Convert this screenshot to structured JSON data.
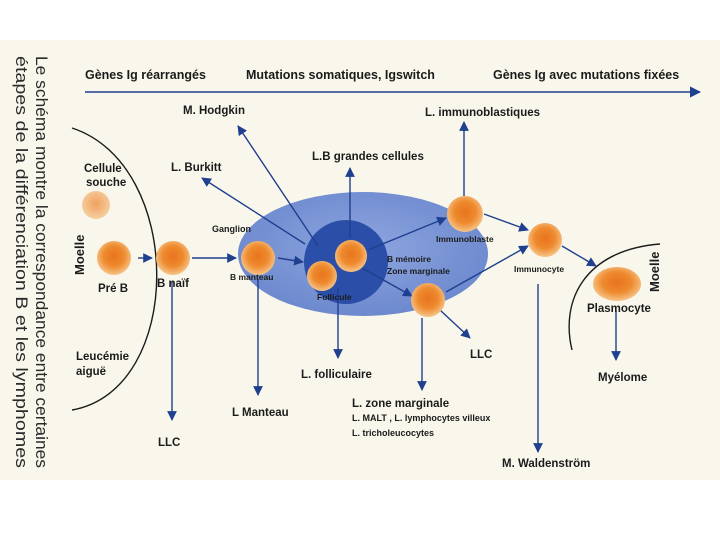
{
  "header": {
    "stage_1": "Gènes Ig réarrangés",
    "stage_2": "Mutations somatiques, Igswitch",
    "stage_3": "Gènes Ig avec mutations fixées"
  },
  "caption": {
    "line_1": "Le schéma montre la correspondance entre certaines",
    "line_2": "étapes de la différenciation B et les lymphomes"
  },
  "labels": {
    "cellule_souche_1": "Cellule",
    "cellule_souche_2": "souche",
    "moelle_left": "Moelle",
    "pre_b": "Pré B",
    "b_naif": "B naïf",
    "leucemie_1": "Leucémie",
    "leucemie_2": "aiguë",
    "llc_left": "LLC",
    "m_hodgkin": "M. Hodgkin",
    "l_burkitt": "L. Burkitt",
    "ganglion": "Ganglion",
    "b_manteau": "B manteau",
    "follicule": "Follicule",
    "b_memoire": "B mémoire",
    "zone_marginale": "Zone marginale",
    "lb_grandes": "L.B grandes cellules",
    "l_immunoblastiques": "L. immunoblastiques",
    "immunoblaste": "Immunoblaste",
    "immunocyte": "Immunocyte",
    "moelle_right": "Moelle",
    "plasmocyte": "Plasmocyte",
    "myelome": "Myélome",
    "l_manteau": "L Manteau",
    "l_folliculaire": "L. folliculaire",
    "llc_center": "LLC",
    "l_zone_marginale": "L. zone marginale",
    "l_malt": "L. MALT , L. lymphocytes villeux",
    "l_tricholeucocytes": "L. tricholeucocytes",
    "m_waldenstrom": "M. Waldenström"
  },
  "colors": {
    "arrow": "#1f3f8f",
    "ganglion": "#7b95d6",
    "follicle": "#2b4fa8",
    "cell_outer": "#f3b468",
    "cell_inner": "#e8741e",
    "stem_cell": "#f4b27a",
    "background": "#f9f7ec"
  }
}
